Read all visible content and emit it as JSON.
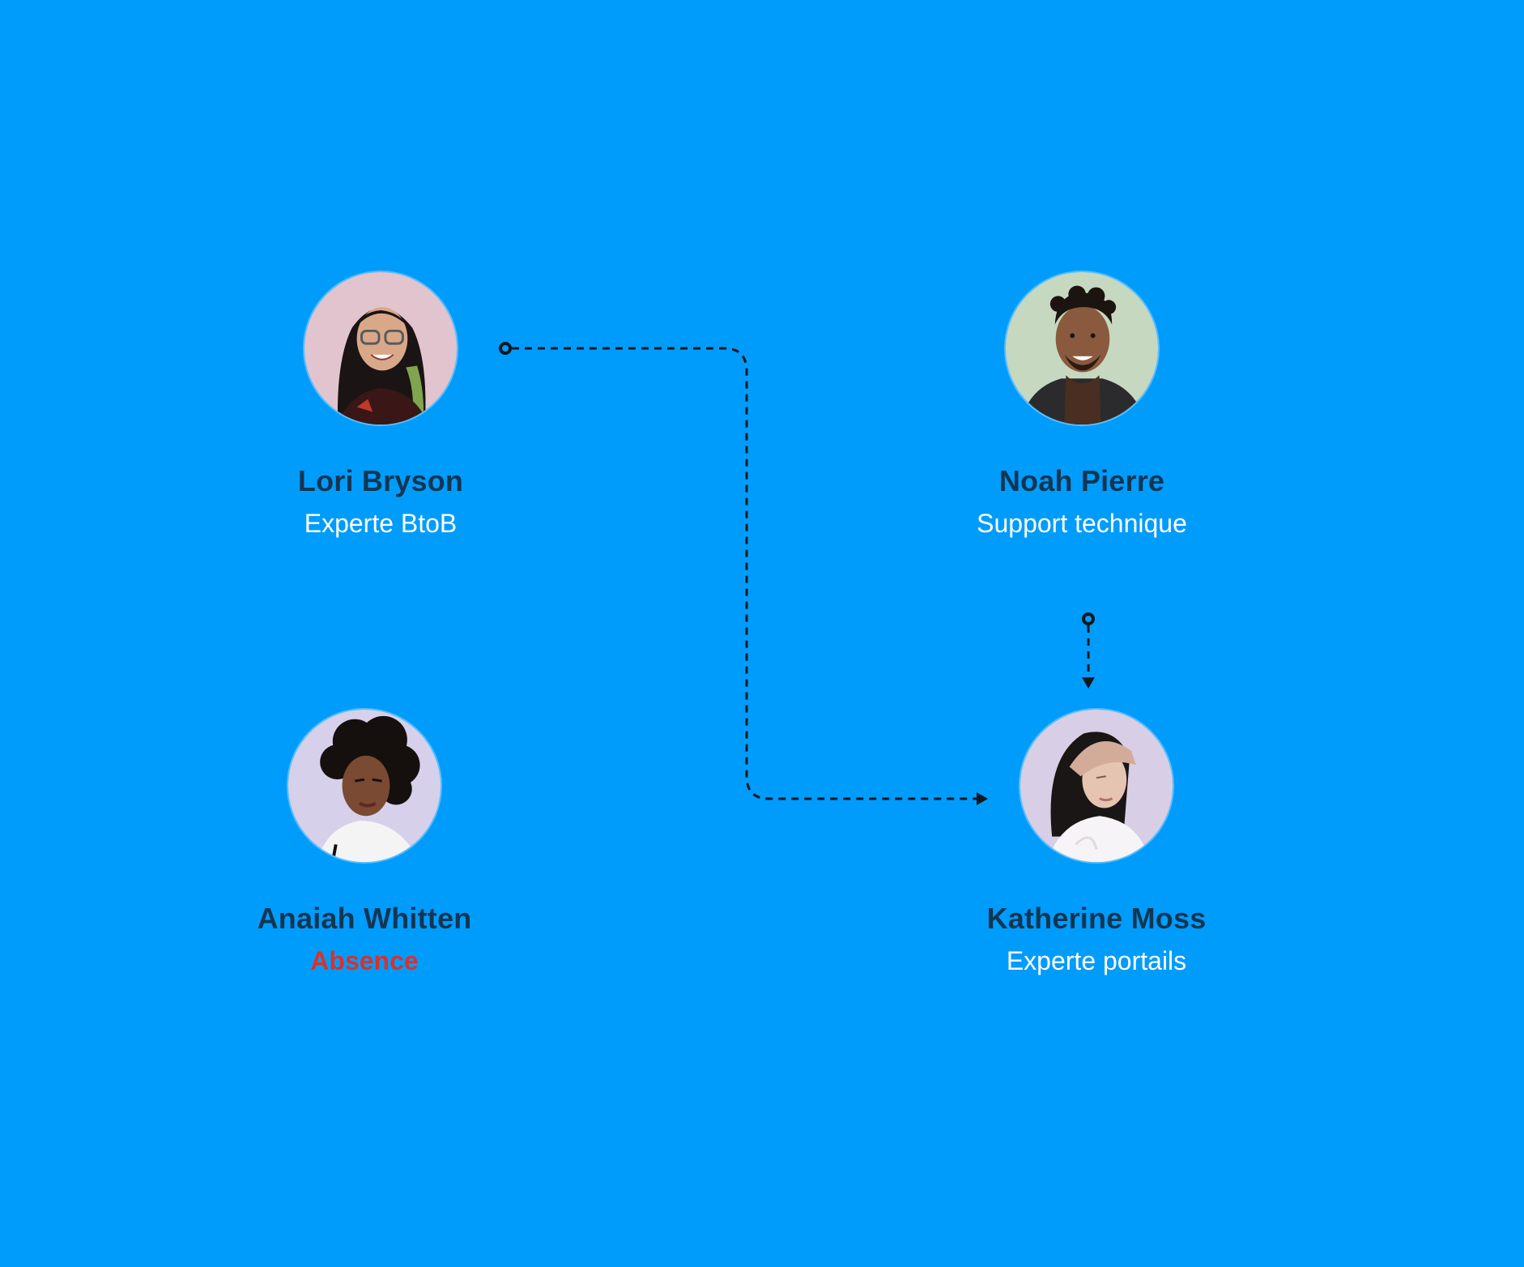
{
  "colors": {
    "background": "#009cfb",
    "name_text": "#133552",
    "role_text": "#ffffff",
    "absence_text": "#d9312b",
    "connector": "#111820"
  },
  "people": [
    {
      "id": "lori",
      "name": "Lori Bryson",
      "role": "Experte BtoB",
      "avatar_icon": "woman-glasses-avatar",
      "status": "active"
    },
    {
      "id": "noah",
      "name": "Noah Pierre",
      "role": "Support technique",
      "avatar_icon": "man-turtleneck-avatar",
      "status": "active"
    },
    {
      "id": "anaiah",
      "name": "Anaiah Whitten",
      "role": "Absence",
      "avatar_icon": "woman-curly-hair-avatar",
      "status": "absent"
    },
    {
      "id": "katherine",
      "name": "Katherine Moss",
      "role": "Experte portails",
      "avatar_icon": "woman-hand-on-head-avatar",
      "status": "active"
    }
  ],
  "connectors": [
    {
      "from": "lori",
      "to": "katherine",
      "style": "dashed-arrow"
    },
    {
      "from": "noah",
      "to": "katherine",
      "style": "dashed-arrow"
    }
  ]
}
